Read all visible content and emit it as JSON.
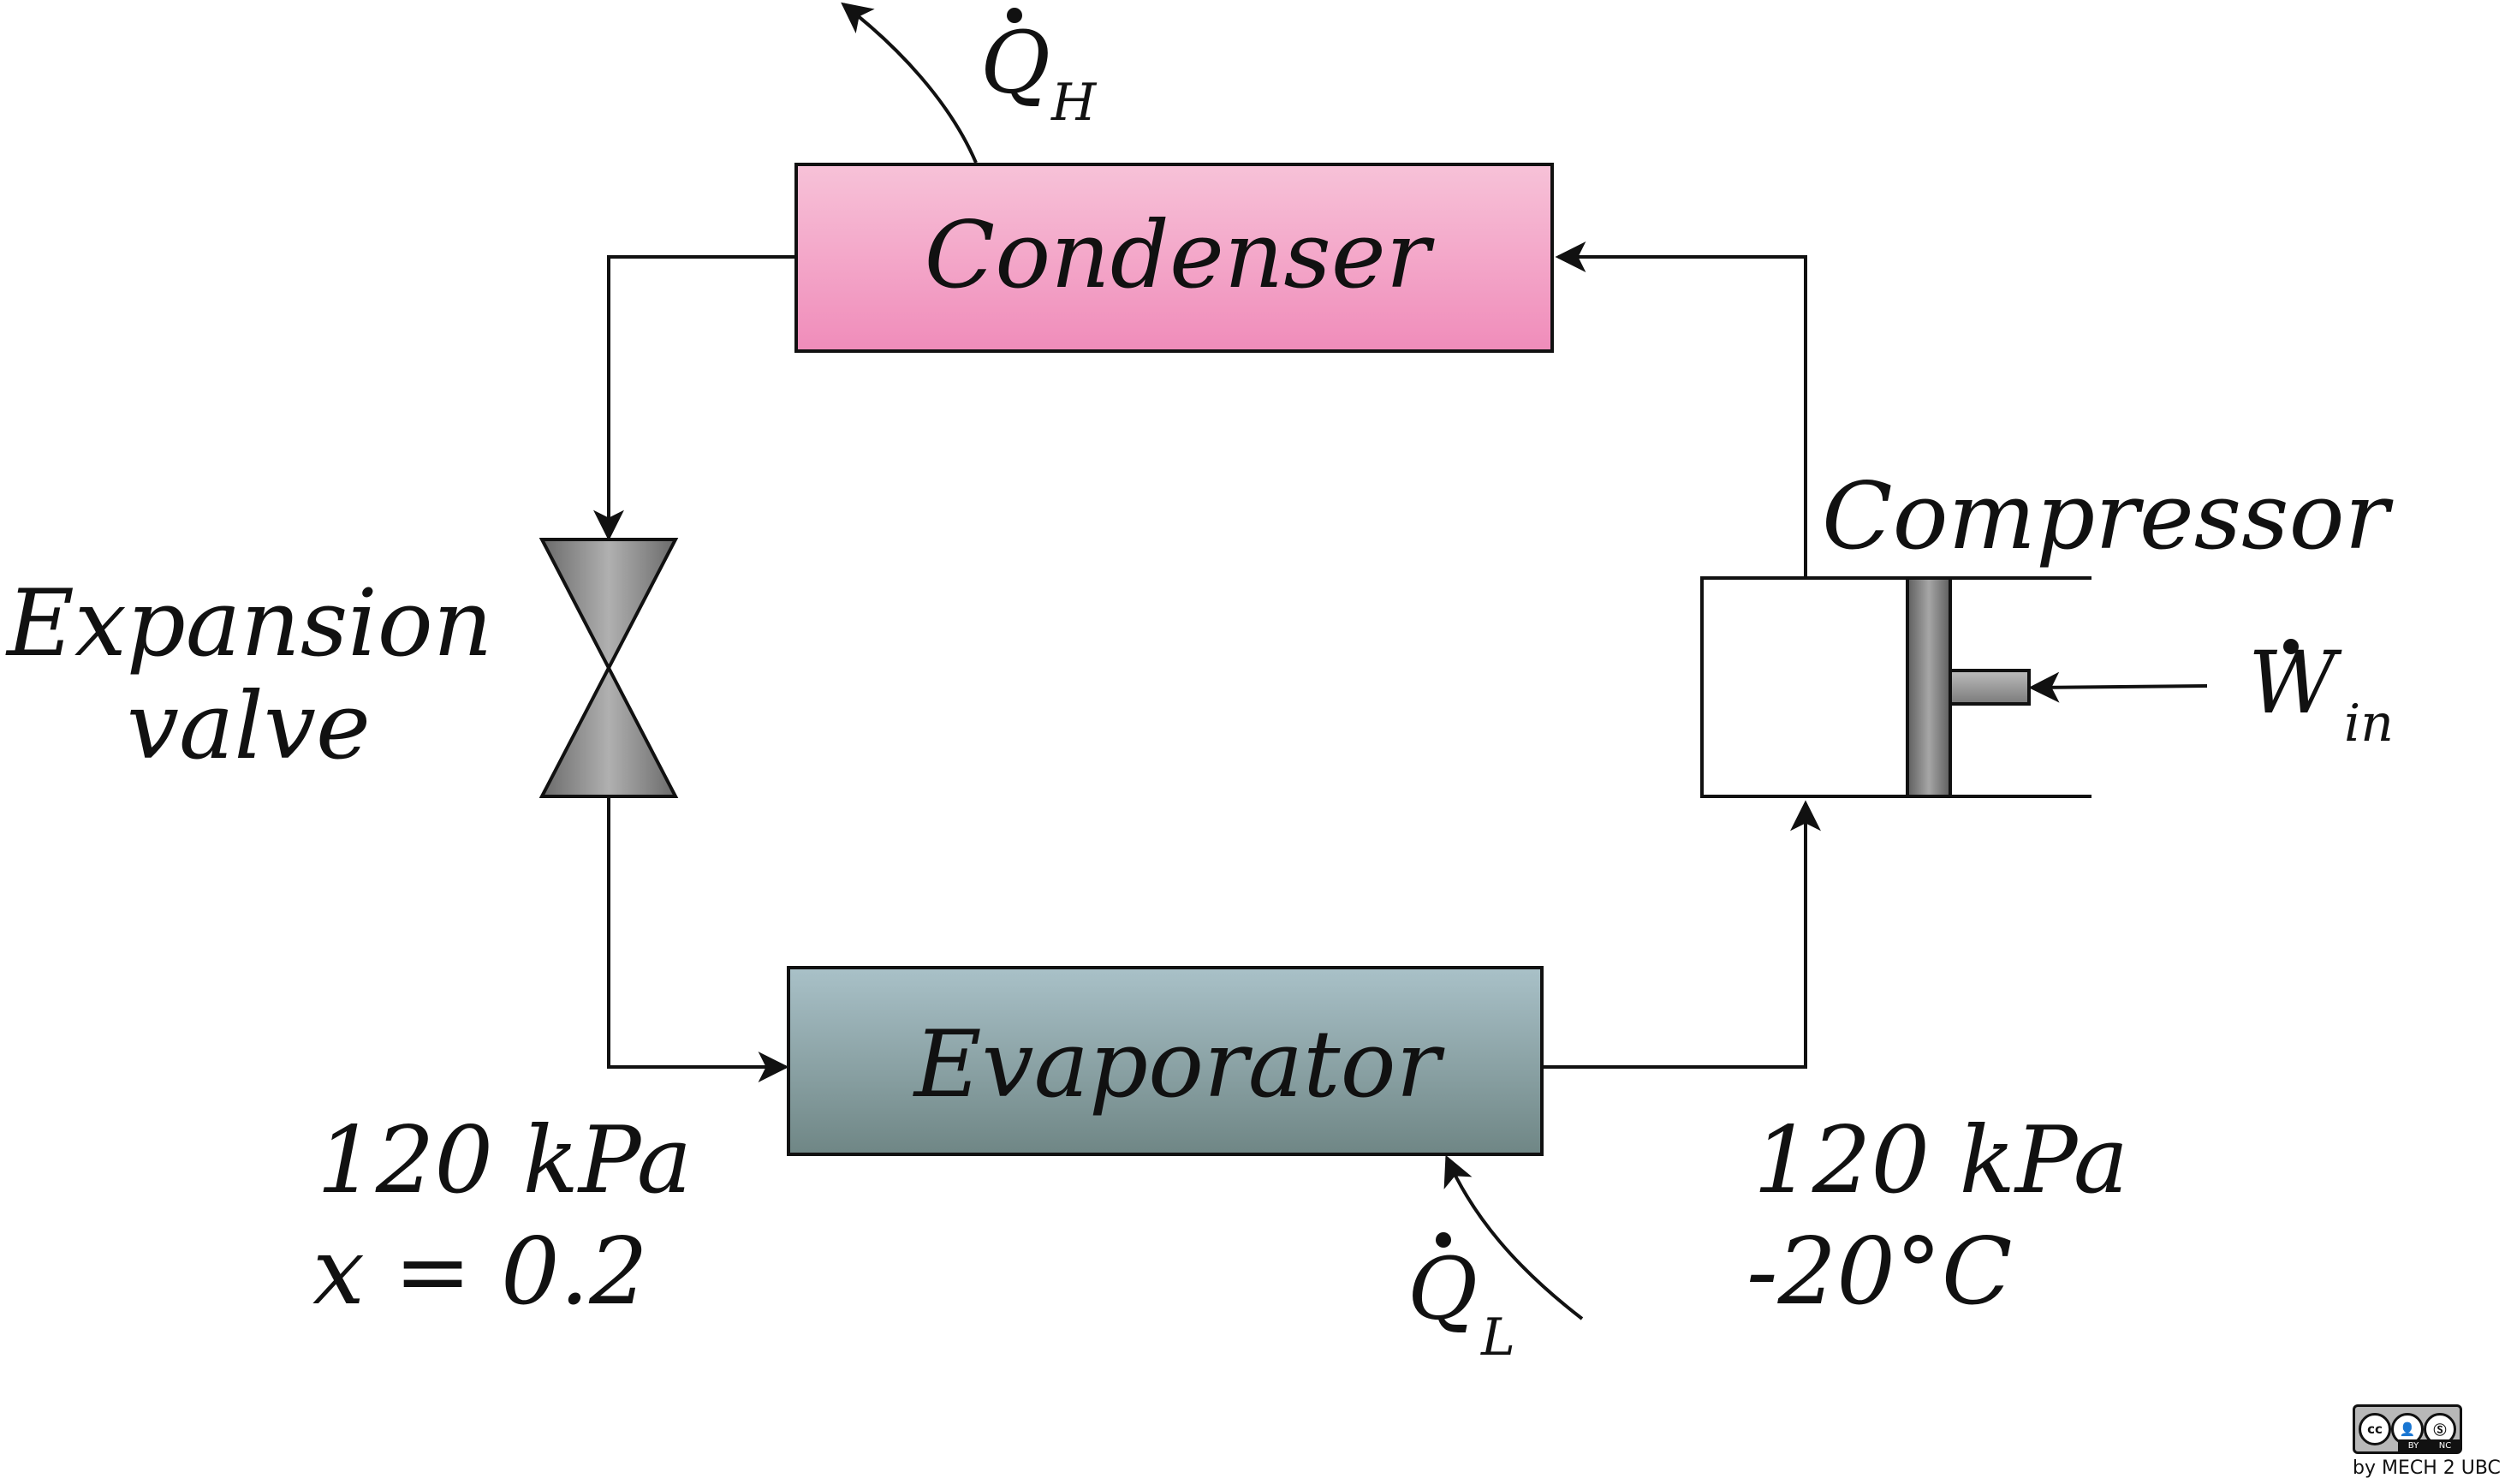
{
  "components": {
    "condenser": "Condenser",
    "evaporator": "Evaporator",
    "compressor": "Compressor",
    "expansion_valve_line1": "Expansion",
    "expansion_valve_line2": "valve"
  },
  "heat_flows": {
    "qh_symbol": "Q",
    "qh_sub": "H",
    "ql_symbol": "Q",
    "ql_sub": "L",
    "w_symbol": "W",
    "w_sub": "in"
  },
  "states": {
    "left_pressure": "120 kPa",
    "left_quality": "x = 0.2",
    "right_pressure": "120 kPa",
    "right_temperature": "-20°C"
  },
  "license": {
    "badge_cc": "cc",
    "badge_by": "BY",
    "badge_nc": "NC",
    "text": "by MECH 2 UBC"
  },
  "colors": {
    "condenser_top": "#f7c2d8",
    "condenser_bottom": "#f08cba",
    "evaporator_top": "#a9c1c8",
    "evaporator_bottom": "#6f8685",
    "valve_fill": "#8a8a8a",
    "piston_fill": "#7a7a7a"
  }
}
